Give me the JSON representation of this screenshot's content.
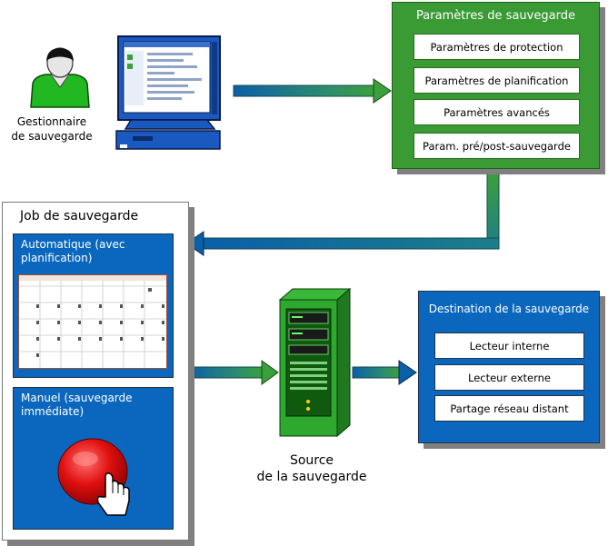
{
  "manager": {
    "label_line1": "Gestionnaire",
    "label_line2": "de sauvegarde"
  },
  "settings": {
    "title": "Paramètres de sauvegarde",
    "items": [
      {
        "label": "Paramètres de protection"
      },
      {
        "label": "Paramètres de planification"
      },
      {
        "label": "Paramètres avancés"
      },
      {
        "label": "Param. pré/post-sauvegarde"
      }
    ]
  },
  "job": {
    "title": "Job de sauvegarde",
    "automatic_label": "Automatique (avec planification)",
    "manual_label": "Manuel (sauvegarde immédiate)"
  },
  "source": {
    "label_line1": "Source",
    "label_line2": "de la sauvegarde"
  },
  "destination": {
    "title": "Destination de la sauvegarde",
    "items": [
      {
        "label": "Lecteur interne"
      },
      {
        "label": "Lecteur externe"
      },
      {
        "label": "Partage réseau distant"
      }
    ]
  },
  "colors": {
    "settings_green": "#3a9a34",
    "job_blue": "#0a67bd",
    "arrow_blue": "#0b5fa8",
    "arrow_green": "#3aa03a",
    "button_red": "#e01010"
  },
  "icons": [
    "user-icon",
    "computer-icon",
    "calendar-icon",
    "red-button-icon",
    "hand-pointer-icon",
    "server-icon"
  ]
}
